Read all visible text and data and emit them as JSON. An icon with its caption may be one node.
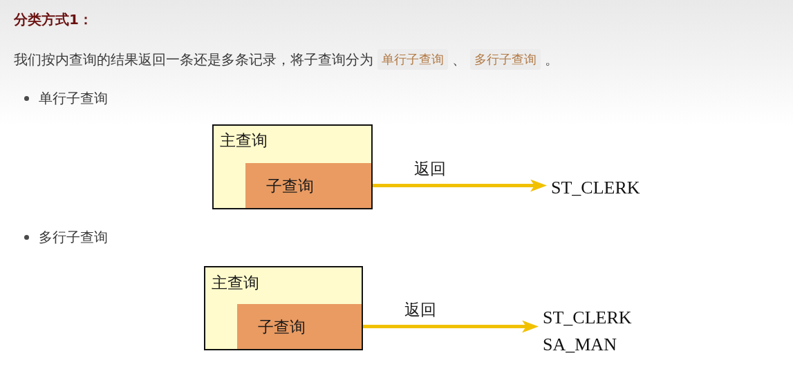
{
  "diagram": {
    "title": "分类方式1：",
    "nodes": [
      {
        "text": [
          "主查询"
        ]
      },
      {
        "text": [
          "子查询"
        ],
        "in": 0
      },
      {
        "text": [
          "ST_CLERK"
        ]
      },
      {
        "text": [
          "主查询"
        ]
      },
      {
        "text": [
          "子查询"
        ],
        "in": 3
      },
      {
        "text": [
          "ST_CLERK",
          "SA_MAN"
        ]
      }
    ],
    "edges": [
      {
        "from": 1,
        "to": 2,
        "arrow": "to",
        "label": "返回"
      },
      {
        "from": 4,
        "to": 5,
        "arrow": "to",
        "label": "返回"
      }
    ],
    "labels": [
      "我们按内查询的结果返回一条还是多条记录，将子查询分为",
      "单行子查询",
      "、",
      "多行子查询",
      "。",
      "单行子查询",
      "多行子查询"
    ]
  }
}
